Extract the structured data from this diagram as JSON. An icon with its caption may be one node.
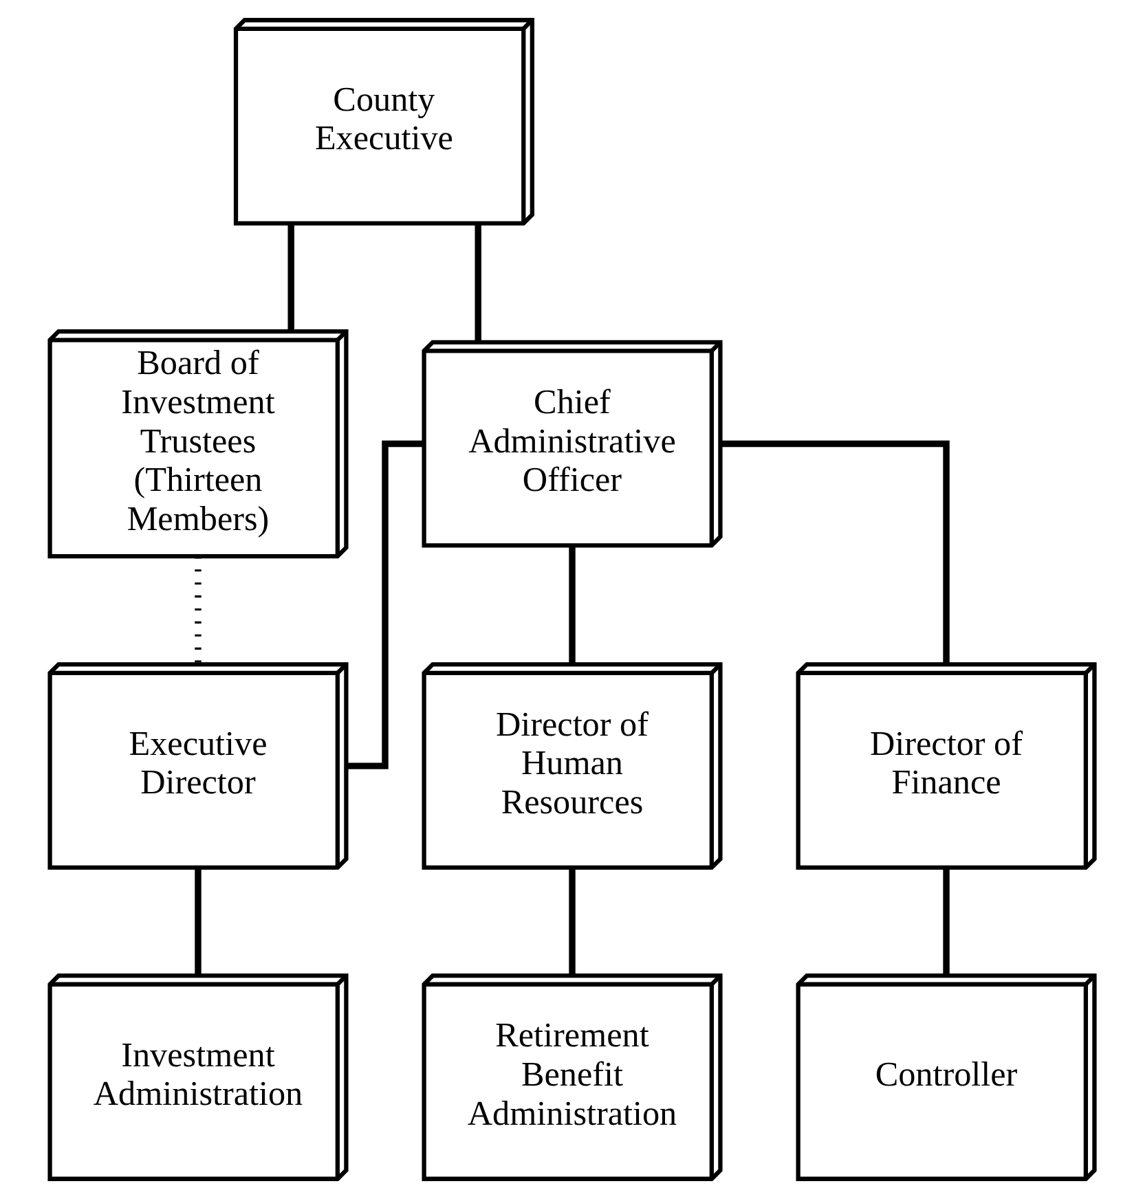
{
  "diagram": {
    "nodes": [
      {
        "text": [
          "County Executive"
        ]
      },
      {
        "text": [
          "Board of Investment Trustees (Thirteen Members)"
        ]
      },
      {
        "text": [
          "Chief Administrative Officer"
        ]
      },
      {
        "text": [
          "Executive Director"
        ]
      },
      {
        "text": [
          "Director of Human Resources"
        ]
      },
      {
        "text": [
          "Director of Finance"
        ]
      },
      {
        "text": [
          "Investment Administration"
        ]
      },
      {
        "text": [
          "Retirement Benefit Administration"
        ]
      },
      {
        "text": [
          "Controller"
        ]
      }
    ],
    "edges": [
      {
        "from": 0,
        "to": 1,
        "arrow": "none"
      },
      {
        "from": 0,
        "to": 2,
        "arrow": "none"
      },
      {
        "from": 1,
        "to": 3,
        "arrow": "none",
        "style": "dashed"
      },
      {
        "from": 2,
        "to": 3,
        "arrow": "none"
      },
      {
        "from": 2,
        "to": 4,
        "arrow": "none"
      },
      {
        "from": 2,
        "to": 5,
        "arrow": "none"
      },
      {
        "from": 3,
        "to": 6,
        "arrow": "none"
      },
      {
        "from": 4,
        "to": 7,
        "arrow": "none"
      },
      {
        "from": 5,
        "to": 8,
        "arrow": "none"
      }
    ]
  }
}
